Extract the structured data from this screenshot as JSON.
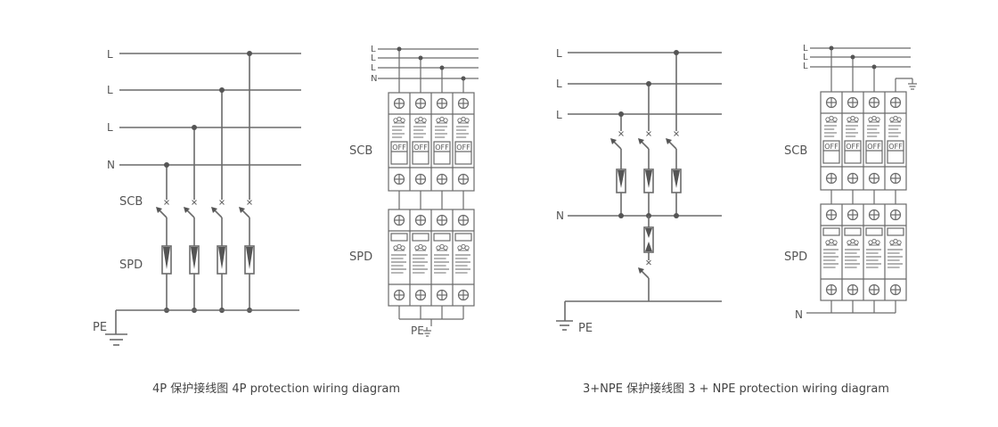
{
  "colors": {
    "line": "#6a6a6a",
    "text": "#555555",
    "background": "#ffffff"
  },
  "diagram_4p": {
    "schematic": {
      "bus_labels": [
        "L",
        "L",
        "L",
        "N"
      ],
      "scb_label": "SCB",
      "spd_label": "SPD",
      "pe_label": "PE"
    },
    "module": {
      "bus_labels": [
        "L",
        "L",
        "L",
        "N"
      ],
      "scb_label": "SCB",
      "spd_label": "SPD",
      "pe_label": "PE",
      "switch_state": "OFF",
      "poles": 4
    },
    "caption": "4P 保护接线图 4P protection wiring diagram"
  },
  "diagram_3npe": {
    "schematic": {
      "bus_labels": [
        "L",
        "L",
        "L"
      ],
      "n_label": "N",
      "pe_label": "PE"
    },
    "module": {
      "bus_labels": [
        "L",
        "L",
        "L"
      ],
      "scb_label": "SCB",
      "spd_label": "SPD",
      "n_label": "N",
      "switch_state": "OFF",
      "poles": 4
    },
    "caption": "3+NPE 保护接线图 3 + NPE protection wiring diagram"
  }
}
